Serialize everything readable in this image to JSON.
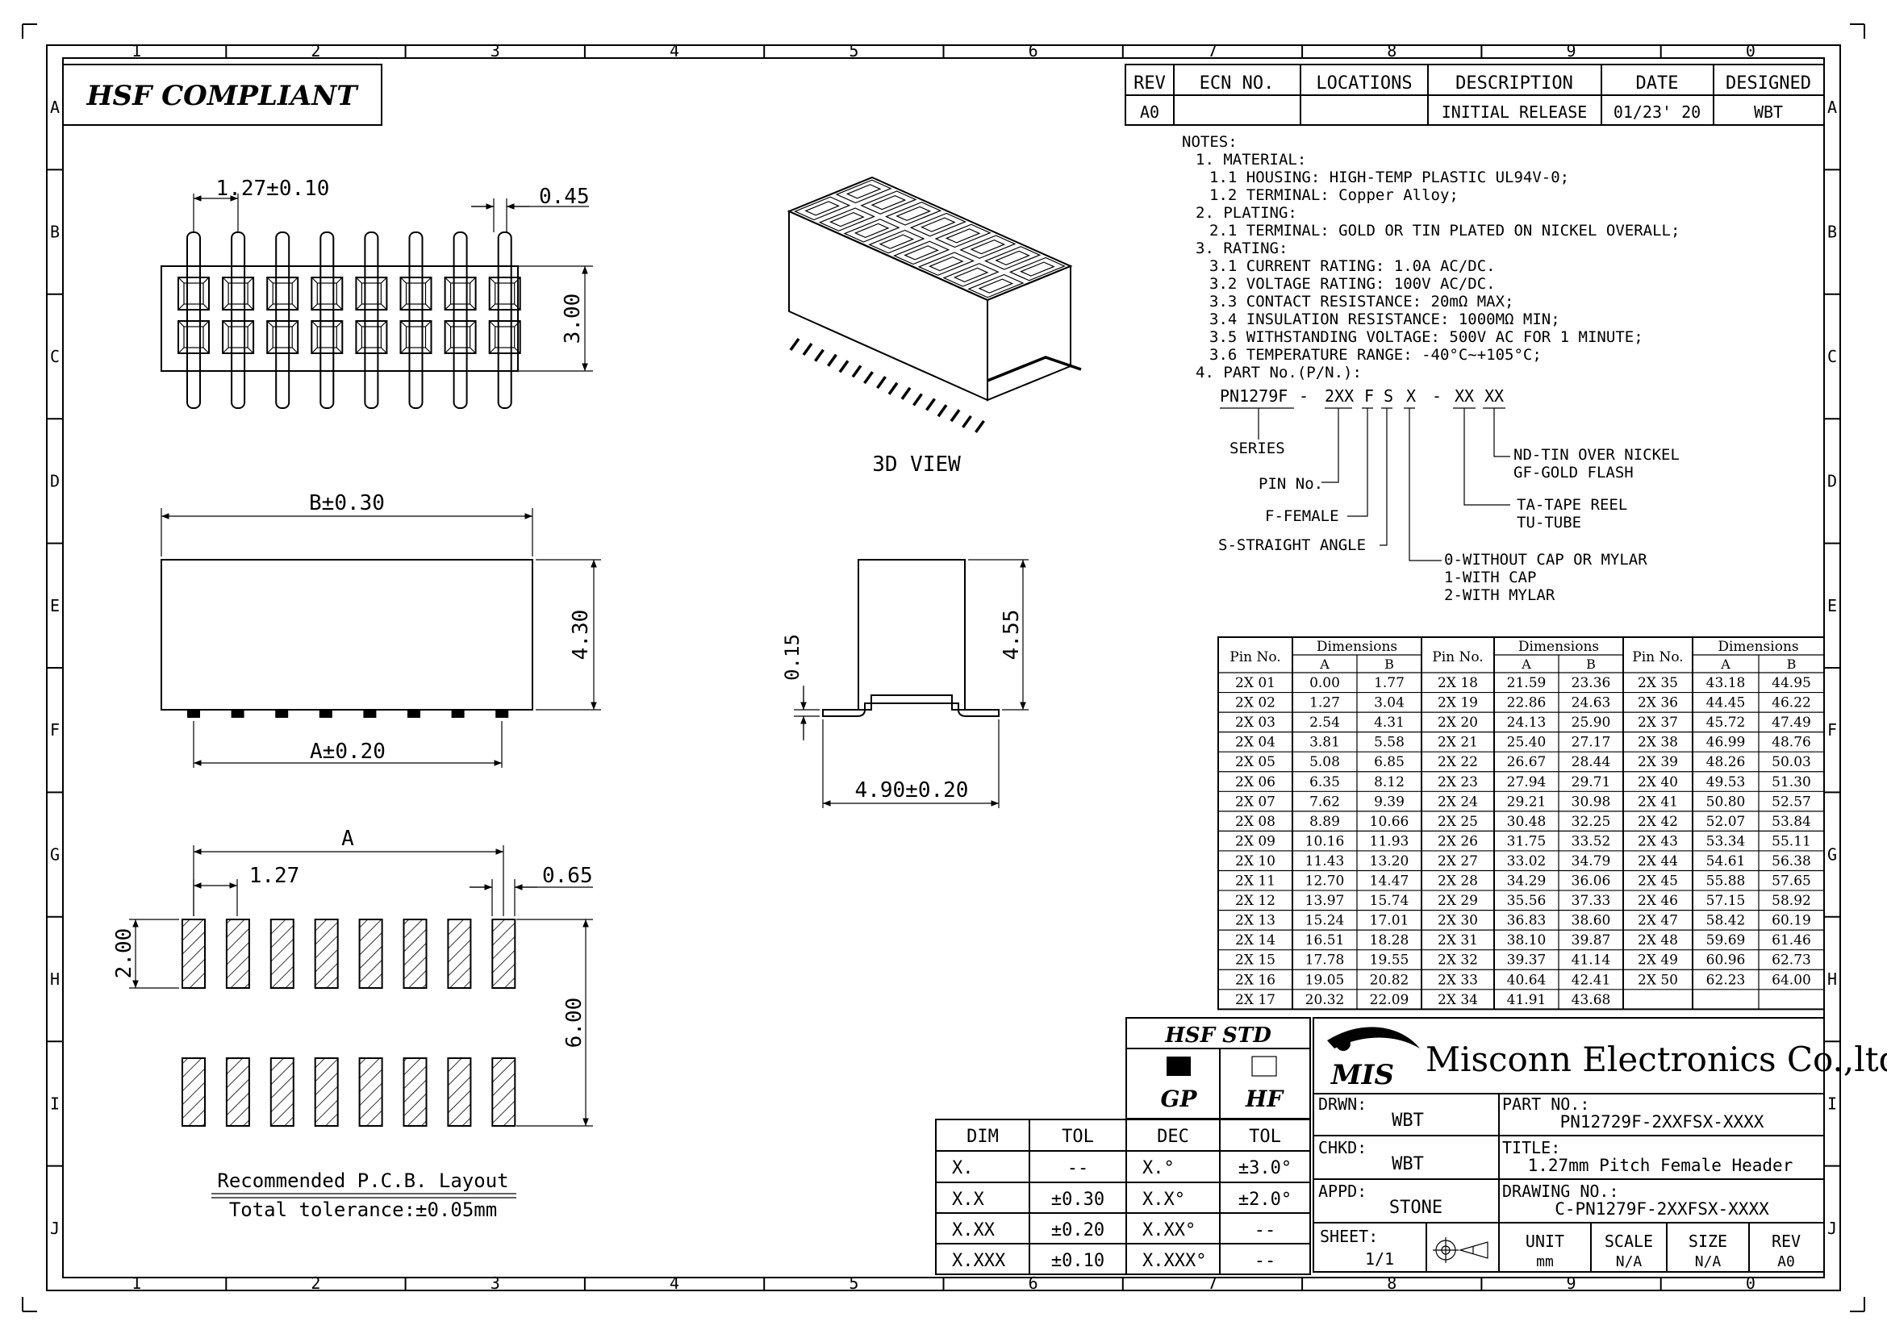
{
  "zones": {
    "columns": [
      "1",
      "2",
      "3",
      "4",
      "5",
      "6",
      "7",
      "8",
      "9",
      "0"
    ],
    "rows": [
      "A",
      "B",
      "C",
      "D",
      "E",
      "F",
      "G",
      "H",
      "I",
      "J"
    ]
  },
  "compliance_label": "HSF COMPLIANT",
  "revision_table": {
    "headers": [
      "REV",
      "ECN NO.",
      "LOCATIONS",
      "DESCRIPTION",
      "DATE",
      "DESIGNED"
    ],
    "row": [
      "A0",
      "",
      "",
      "INITIAL RELEASE",
      "01/23' 20",
      "WBT"
    ]
  },
  "notes": [
    "NOTES:",
    "1. MATERIAL:",
    "1.1 HOUSING: HIGH-TEMP PLASTIC UL94V-0;",
    "1.2 TERMINAL: Copper Alloy;",
    "2. PLATING:",
    "2.1 TERMINAL: GOLD OR TIN PLATED ON NICKEL OVERALL;",
    "3. RATING:",
    "3.1 CURRENT RATING: 1.0A AC/DC.",
    "3.2 VOLTAGE RATING: 100V AC/DC.",
    "3.3 CONTACT RESISTANCE: 20mΩ MAX;",
    "3.4 INSULATION RESISTANCE: 1000MΩ MIN;",
    "3.5 WITHSTANDING VOLTAGE: 500V AC FOR 1 MINUTE;",
    "3.6 TEMPERATURE RANGE: -40°C~+105°C;",
    "4. PART No.(P/N.):"
  ],
  "part_code": {
    "series": "PN1279F",
    "dash1": "-",
    "pins": "2XX",
    "f": "F",
    "s": "S",
    "x": "X",
    "dash2": "-",
    "xx1": "XX",
    "xx2": "XX"
  },
  "part_legend": {
    "series": "SERIES",
    "pin_no": "PIN No.",
    "female": "F-FEMALE",
    "straight": "S-STRAIGHT ANGLE",
    "cap": [
      "0-WITHOUT CAP OR MYLAR",
      "1-WITH CAP",
      "2-WITH MYLAR"
    ],
    "packing": [
      "TA-TAPE REEL",
      "TU-TUBE"
    ],
    "plating": [
      "ND-TIN OVER NICKEL",
      "GF-GOLD FLASH"
    ]
  },
  "views": {
    "top_pitch": "1.27±0.10",
    "top_pin_width": "0.45",
    "top_height": "3.00",
    "front_width": "B±0.30",
    "front_height": "4.30",
    "front_pin_span": "A±0.20",
    "side_height": "4.55",
    "side_thickness": "0.15",
    "side_width": "4.90±0.20",
    "view_3d_label": "3D VIEW",
    "pcb_span": "A",
    "pcb_pitch": "1.27",
    "pcb_pad_width": "0.65",
    "pcb_pad_height": "2.00",
    "pcb_row_span": "6.00",
    "pcb_title": "Recommended P.C.B. Layout",
    "pcb_tolerance": "Total tolerance:±0.05mm"
  },
  "dimension_table": {
    "header_pin": "Pin No.",
    "header_dims": "Dimensions",
    "header_a": "A",
    "header_b": "B",
    "rows": [
      [
        "2X 01",
        "0.00",
        "1.77",
        "2X 18",
        "21.59",
        "23.36",
        "2X 35",
        "43.18",
        "44.95"
      ],
      [
        "2X 02",
        "1.27",
        "3.04",
        "2X 19",
        "22.86",
        "24.63",
        "2X 36",
        "44.45",
        "46.22"
      ],
      [
        "2X 03",
        "2.54",
        "4.31",
        "2X 20",
        "24.13",
        "25.90",
        "2X 37",
        "45.72",
        "47.49"
      ],
      [
        "2X 04",
        "3.81",
        "5.58",
        "2X 21",
        "25.40",
        "27.17",
        "2X 38",
        "46.99",
        "48.76"
      ],
      [
        "2X 05",
        "5.08",
        "6.85",
        "2X 22",
        "26.67",
        "28.44",
        "2X 39",
        "48.26",
        "50.03"
      ],
      [
        "2X 06",
        "6.35",
        "8.12",
        "2X 23",
        "27.94",
        "29.71",
        "2X 40",
        "49.53",
        "51.30"
      ],
      [
        "2X 07",
        "7.62",
        "9.39",
        "2X 24",
        "29.21",
        "30.98",
        "2X 41",
        "50.80",
        "52.57"
      ],
      [
        "2X 08",
        "8.89",
        "10.66",
        "2X 25",
        "30.48",
        "32.25",
        "2X 42",
        "52.07",
        "53.84"
      ],
      [
        "2X 09",
        "10.16",
        "11.93",
        "2X 26",
        "31.75",
        "33.52",
        "2X 43",
        "53.34",
        "55.11"
      ],
      [
        "2X 10",
        "11.43",
        "13.20",
        "2X 27",
        "33.02",
        "34.79",
        "2X 44",
        "54.61",
        "56.38"
      ],
      [
        "2X 11",
        "12.70",
        "14.47",
        "2X 28",
        "34.29",
        "36.06",
        "2X 45",
        "55.88",
        "57.65"
      ],
      [
        "2X 12",
        "13.97",
        "15.74",
        "2X 29",
        "35.56",
        "37.33",
        "2X 46",
        "57.15",
        "58.92"
      ],
      [
        "2X 13",
        "15.24",
        "17.01",
        "2X 30",
        "36.83",
        "38.60",
        "2X 47",
        "58.42",
        "60.19"
      ],
      [
        "2X 14",
        "16.51",
        "18.28",
        "2X 31",
        "38.10",
        "39.87",
        "2X 48",
        "59.69",
        "61.46"
      ],
      [
        "2X 15",
        "17.78",
        "19.55",
        "2X 32",
        "39.37",
        "41.14",
        "2X 49",
        "60.96",
        "62.73"
      ],
      [
        "2X 16",
        "19.05",
        "20.82",
        "2X 33",
        "40.64",
        "42.41",
        "2X 50",
        "62.23",
        "64.00"
      ],
      [
        "2X 17",
        "20.32",
        "22.09",
        "2X 34",
        "41.91",
        "43.68",
        "",
        "",
        ""
      ]
    ]
  },
  "hsf_std": {
    "title": "HSF STD",
    "gp": "GP",
    "hf": "HF",
    "filled_box": "■",
    "empty_box": "□"
  },
  "tolerance_table": {
    "headers": [
      "DIM",
      "TOL",
      "DEC",
      "TOL"
    ],
    "rows": [
      [
        "X.",
        "--",
        "X.°",
        "±3.0°"
      ],
      [
        "X.X",
        "±0.30",
        "X.X°",
        "±2.0°"
      ],
      [
        "X.XX",
        "±0.20",
        "X.XX°",
        "--"
      ],
      [
        "X.XXX",
        "±0.10",
        "X.XXX°",
        "--"
      ]
    ]
  },
  "title_block": {
    "logo_mark": "MIS",
    "company": "Misconn Electronics Co.,ltd.",
    "drwn_label": "DRWN:",
    "drwn_value": "WBT",
    "chkd_label": "CHKD:",
    "chkd_value": "WBT",
    "appd_label": "APPD:",
    "appd_value": "STONE",
    "part_no_label": "PART NO.:",
    "part_no_value": "PN12729F-2XXFSX-XXXX",
    "title_label": "TITLE:",
    "title_value": "1.27mm Pitch Female Header",
    "drawing_no_label": "DRAWING NO.:",
    "drawing_no_value": "C-PN1279F-2XXFSX-XXXX",
    "sheet_label": "SHEET:",
    "sheet_value": "1/1",
    "unit_label": "UNIT",
    "unit_value": "mm",
    "scale_label": "SCALE",
    "scale_value": "N/A",
    "size_label": "SIZE",
    "size_value": "N/A",
    "rev_label": "REV",
    "rev_value": "A0"
  }
}
